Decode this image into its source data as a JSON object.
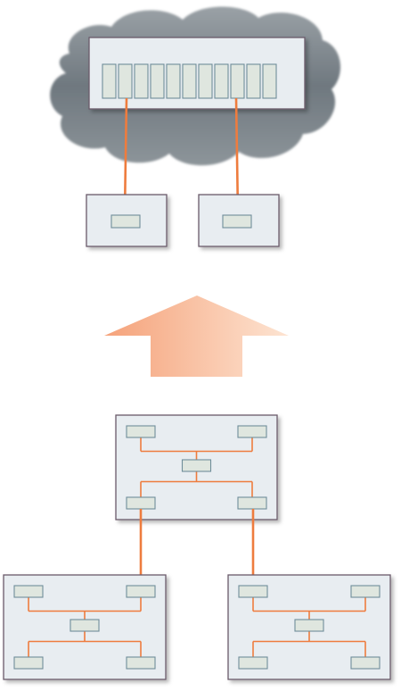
{
  "diagram": {
    "description_free": true,
    "colors": {
      "link": "#ee7c3e",
      "box_fill": "#e8edf1",
      "box_stroke": "#6b5a6a",
      "port_fill": "#dfe6df",
      "port_stroke": "#6f8e9a",
      "cloud": "#7d868d",
      "arrow_start": "#f5a27a",
      "arrow_end": "#fde4d2"
    },
    "icons": {
      "cloud": "cloud-icon",
      "arrow": "up-arrow-icon"
    },
    "top_switch_port_count": 11,
    "lower_boxes_ports_each": 5,
    "top_leaf_boxes_ports_each": 1
  }
}
